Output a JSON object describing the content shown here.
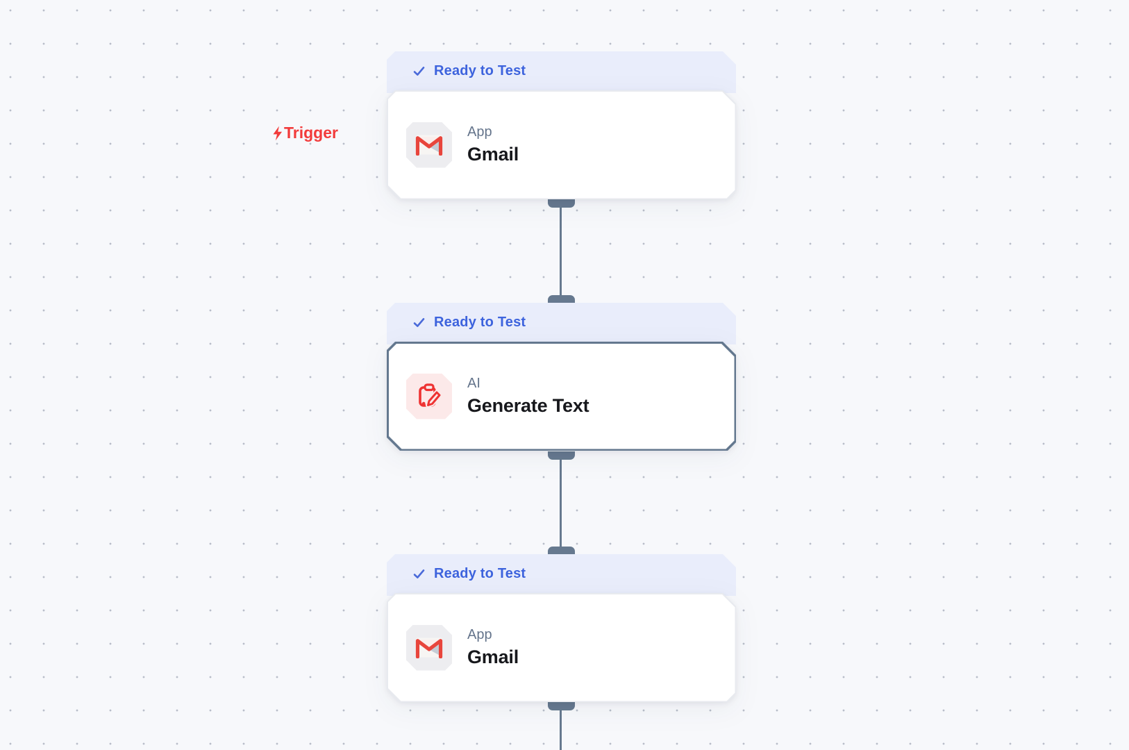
{
  "canvas": {
    "background": "#f7f8fb",
    "dot_color": "#b9bec9"
  },
  "trigger": {
    "label": "Trigger",
    "color": "#f23b3b"
  },
  "connector": {
    "color": "#66798f"
  },
  "status_badge": {
    "text_color": "#3d63dd",
    "background": "#e9edfb"
  },
  "nodes": [
    {
      "status": "Ready to Test",
      "kind": "App",
      "title": "Gmail",
      "icon": "gmail-icon",
      "selected": false
    },
    {
      "status": "Ready to Test",
      "kind": "AI",
      "title": "Generate Text",
      "icon": "generate-text-icon",
      "selected": true
    },
    {
      "status": "Ready to Test",
      "kind": "App",
      "title": "Gmail",
      "icon": "gmail-icon",
      "selected": false
    }
  ]
}
